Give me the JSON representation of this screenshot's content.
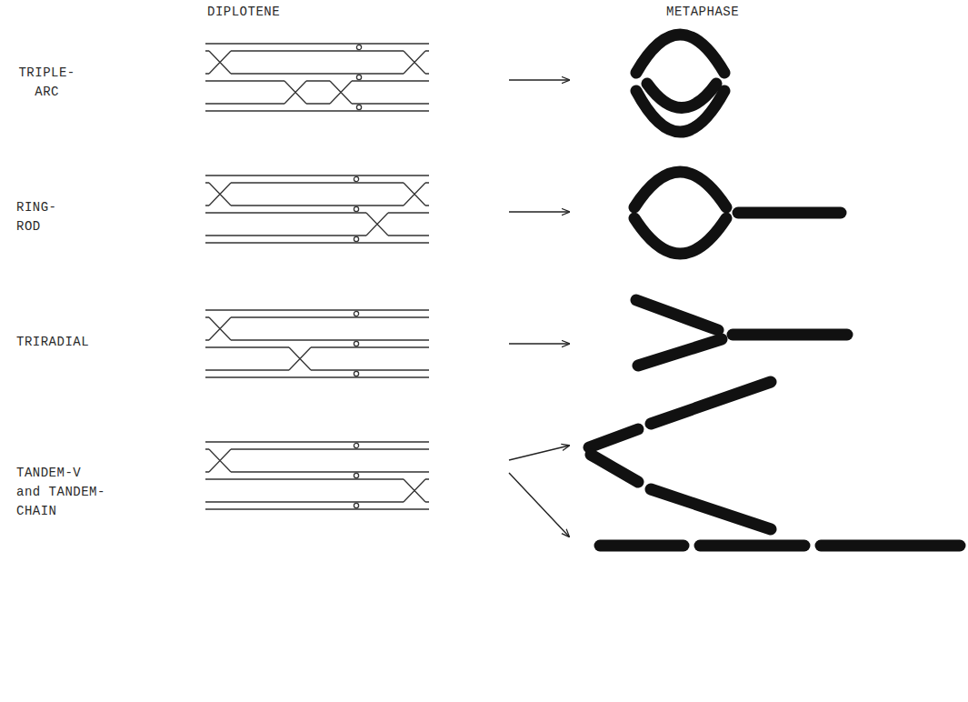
{
  "diagram": {
    "labels": [
      "DIPLOTENE",
      "METAPHASE",
      "TRIPLE- ARC",
      "RING- ROD",
      "TRIRADIAL",
      "TANDEM-V and TANDEM-CHAIN"
    ]
  }
}
